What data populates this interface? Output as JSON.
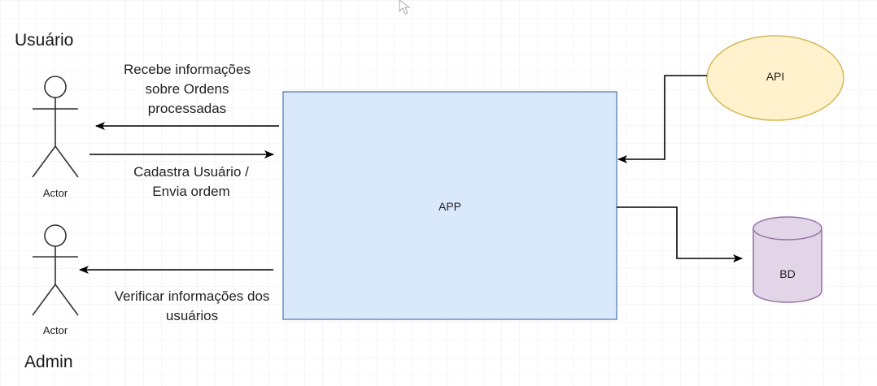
{
  "diagram": {
    "actors": [
      {
        "role": "Usuário",
        "caption": "Actor"
      },
      {
        "role": "Admin",
        "caption": "Actor"
      }
    ],
    "nodes": {
      "app": {
        "label": "APP",
        "color": "#dae8fc",
        "border": "#6c8ebf"
      },
      "api": {
        "label": "API",
        "color": "#fff2cc",
        "border": "#d6b656"
      },
      "db": {
        "label": "BD",
        "color": "#e1d5e7",
        "border": "#9673a6"
      }
    },
    "edges": [
      {
        "from": "APP",
        "to": "Usuário",
        "label": "Recebe informações\nsobre Ordens\nprocessadas"
      },
      {
        "from": "Usuário",
        "to": "APP",
        "label": "Cadastra Usuário /\nEnvia ordem"
      },
      {
        "from": "APP",
        "to": "Admin",
        "label": "Verificar informações dos\nusuários"
      },
      {
        "from": "API",
        "to": "APP",
        "label": ""
      },
      {
        "from": "APP",
        "to": "BD",
        "label": ""
      }
    ],
    "grid_color": "#ececec"
  }
}
